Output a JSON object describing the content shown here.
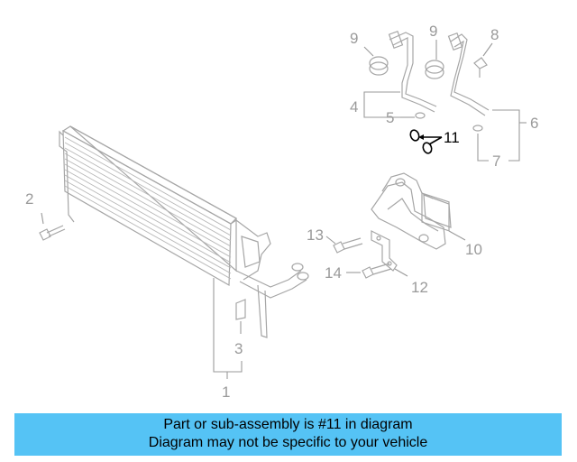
{
  "diagram": {
    "callouts": [
      "1",
      "2",
      "3",
      "4",
      "5",
      "6",
      "7",
      "8",
      "9",
      "9",
      "10",
      "11",
      "12",
      "13",
      "14"
    ],
    "highlighted": "11"
  },
  "caption": {
    "line1": "Part or sub-assembly is #11 in diagram",
    "line2": "Diagram may not be specific to your vehicle"
  },
  "colors": {
    "caption_bg": "#55c3f5",
    "part_stroke": "#a6a6a6",
    "highlight": "#000000"
  }
}
